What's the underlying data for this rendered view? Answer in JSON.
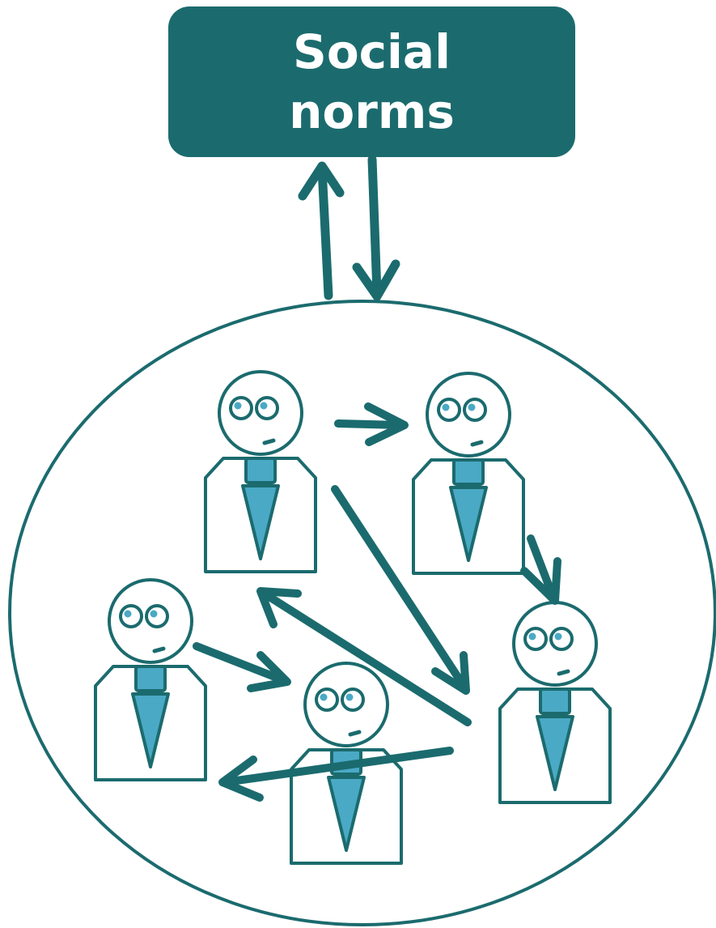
{
  "box": {
    "title": "Social norms"
  },
  "colors": {
    "teal": "#1b6b6e",
    "tie": "#4aa9c5",
    "background": "#ffffff"
  },
  "people": [
    {
      "name": "person-top-left"
    },
    {
      "name": "person-top-right"
    },
    {
      "name": "person-middle-left"
    },
    {
      "name": "person-bottom-center"
    },
    {
      "name": "person-right"
    }
  ]
}
